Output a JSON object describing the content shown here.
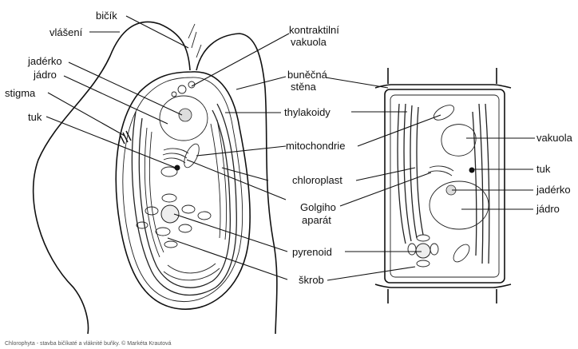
{
  "labels": {
    "bicik": "bičík",
    "vlaseni": "vlášení",
    "jaderko_left": "jadérko",
    "jadro_left": "jádro",
    "stigma": "stigma",
    "tuk_left": "tuk",
    "kontraktilni_1": "kontraktilní",
    "kontraktilni_2": "vakuola",
    "bunecna_1": "buněčná",
    "bunecna_2": "stěna",
    "thylakoidy": "thylakoidy",
    "mitochondrie": "mitochondrie",
    "chloroplast": "chloroplast",
    "golgi_1": "Golgiho",
    "golgi_2": "aparát",
    "pyrenoid": "pyrenoid",
    "skrob": "škrob",
    "vakuola": "vakuola",
    "tuk_right": "tuk",
    "jaderko_right": "jadérko",
    "jadro_right": "jádro"
  },
  "caption": "Chlorophyta - stavba bičíkaté a vláknité buňky. © Markéta Krautová"
}
